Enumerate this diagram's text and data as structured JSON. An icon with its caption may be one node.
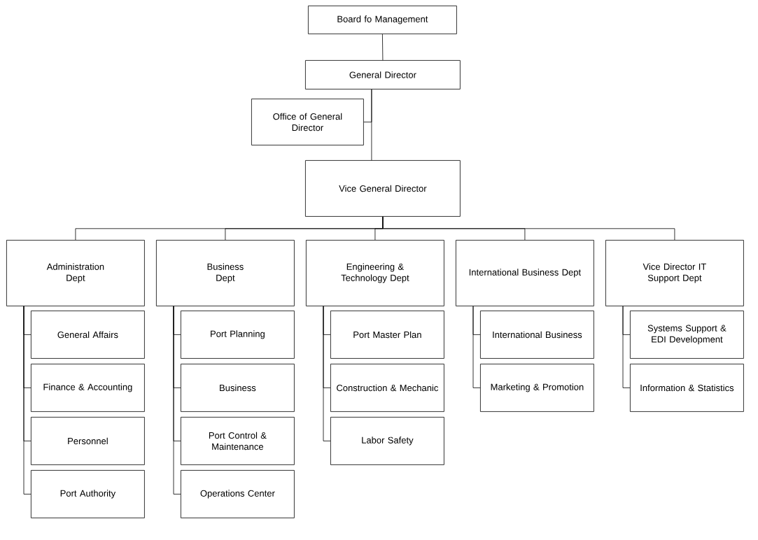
{
  "diagram": {
    "nodes": [
      {
        "text": [
          "Board fo Management"
        ]
      },
      {
        "text": [
          "General Director"
        ]
      },
      {
        "text": [
          "Office of General Director"
        ]
      },
      {
        "text": [
          "Vice General Director"
        ]
      },
      {
        "text": [
          "Administration Dept"
        ]
      },
      {
        "text": [
          "Business Dept"
        ]
      },
      {
        "text": [
          "Engineering & Technology Dept"
        ]
      },
      {
        "text": [
          "International Business Dept"
        ]
      },
      {
        "text": [
          "Vice Director IT Support Dept"
        ]
      },
      {
        "text": [
          "General Affairs"
        ]
      },
      {
        "text": [
          "Finance & Accounting"
        ]
      },
      {
        "text": [
          "Personnel"
        ]
      },
      {
        "text": [
          "Port Authority"
        ]
      },
      {
        "text": [
          "Port Planning"
        ]
      },
      {
        "text": [
          "Business"
        ]
      },
      {
        "text": [
          "Port Control & Maintenance"
        ]
      },
      {
        "text": [
          "Operations Center"
        ]
      },
      {
        "text": [
          "Port Master Plan"
        ]
      },
      {
        "text": [
          "Construction & Mechanic"
        ]
      },
      {
        "text": [
          "Labor Safety"
        ]
      },
      {
        "text": [
          "International Business"
        ]
      },
      {
        "text": [
          "Marketing & Promotion"
        ]
      },
      {
        "text": [
          "Systems Support & EDI Development"
        ]
      },
      {
        "text": [
          "Information & Statistics"
        ]
      }
    ],
    "edges": [
      {
        "from": 0,
        "to": 1,
        "arrow": "none"
      },
      {
        "from": 1,
        "to": 2,
        "arrow": "none"
      },
      {
        "from": 1,
        "to": 3,
        "arrow": "none"
      },
      {
        "from": 3,
        "to": 4,
        "arrow": "none"
      },
      {
        "from": 3,
        "to": 5,
        "arrow": "none"
      },
      {
        "from": 3,
        "to": 6,
        "arrow": "none"
      },
      {
        "from": 3,
        "to": 7,
        "arrow": "none"
      },
      {
        "from": 3,
        "to": 8,
        "arrow": "none"
      },
      {
        "from": 4,
        "to": 9,
        "arrow": "none"
      },
      {
        "from": 4,
        "to": 10,
        "arrow": "none"
      },
      {
        "from": 4,
        "to": 11,
        "arrow": "none"
      },
      {
        "from": 4,
        "to": 12,
        "arrow": "none"
      },
      {
        "from": 5,
        "to": 13,
        "arrow": "none"
      },
      {
        "from": 5,
        "to": 14,
        "arrow": "none"
      },
      {
        "from": 5,
        "to": 15,
        "arrow": "none"
      },
      {
        "from": 5,
        "to": 16,
        "arrow": "none"
      },
      {
        "from": 6,
        "to": 17,
        "arrow": "none"
      },
      {
        "from": 6,
        "to": 18,
        "arrow": "none"
      },
      {
        "from": 6,
        "to": 19,
        "arrow": "none"
      },
      {
        "from": 7,
        "to": 20,
        "arrow": "none"
      },
      {
        "from": 7,
        "to": 21,
        "arrow": "none"
      },
      {
        "from": 8,
        "to": 22,
        "arrow": "none"
      },
      {
        "from": 8,
        "to": 23,
        "arrow": "none"
      }
    ]
  }
}
